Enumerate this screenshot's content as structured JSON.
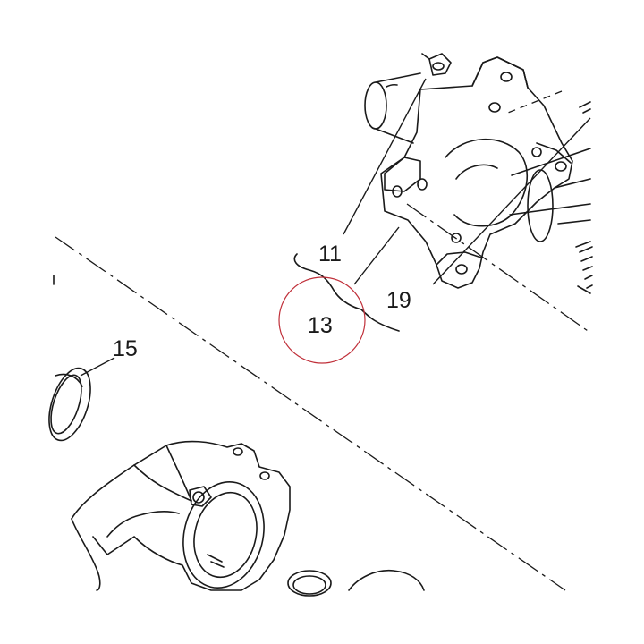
{
  "labels": {
    "part_11": "11",
    "part_13": "13",
    "part_15": "15",
    "part_19": "19"
  },
  "colors": {
    "line": "#1a1a1a",
    "highlight_circle": "#c0303a",
    "background": "#ffffff"
  }
}
